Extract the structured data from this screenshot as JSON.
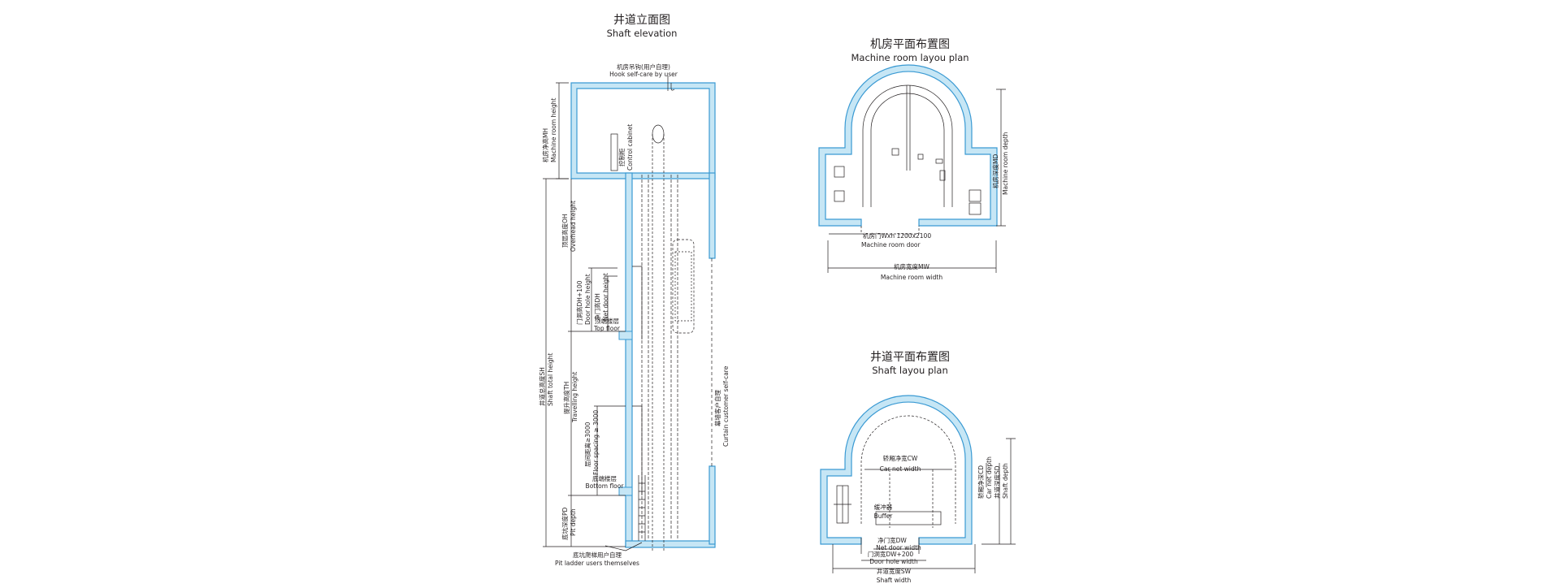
{
  "elevation": {
    "title_cn": "井道立面图",
    "title_en": "Shaft elevation",
    "labels": {
      "hook_cn": "机房吊钩(用户自理)",
      "hook_en": "Hook self-care by user",
      "mh_cn": "机房净高MH",
      "mh_en": "Machine room height",
      "cabinet_cn": "控制柜",
      "cabinet_en": "Control cabinet",
      "oh_cn": "顶层高度OH",
      "oh_en": "Overhead height",
      "door_hole_cn": "门洞高DH+100",
      "door_hole_en": "Door hole height",
      "net_door_cn": "净门高DH",
      "net_door_en": "Net door height",
      "top_floor_cn": "顶端楼层",
      "top_floor_en": "Top floor",
      "sh_cn": "井道总高度SH",
      "sh_en": "Shaft total height",
      "th_cn": "提升高度TH",
      "th_en": "Travelling height",
      "floor_spacing_cn": "层间距离≥3000",
      "floor_spacing_en": "Floor spacing ≥ 3000",
      "bottom_floor_cn": "底端楼层",
      "bottom_floor_en": "Bottom floor",
      "pd_cn": "底坑深度PD",
      "pd_en": "Pit depth",
      "curtain_cn": "幕墙客户自理",
      "curtain_en": "Curtain customer self-care",
      "ladder_cn": "底坑爬梯用户自理",
      "ladder_en": "Pit ladder users themselves"
    }
  },
  "machine_room": {
    "title_cn": "机房平面布置图",
    "title_en": "Machine room layou plan",
    "labels": {
      "door_cn": "机房门Wxh 1200x2100",
      "door_en": "Machine room door",
      "width_cn": "机房宽度MW",
      "width_en": "Machine room width",
      "depth_cn": "机房深度MD",
      "depth_en": "Machine room depth"
    }
  },
  "shaft_plan": {
    "title_cn": "井道平面布置图",
    "title_en": "Shaft  layou plan",
    "labels": {
      "cw_cn": "轿厢净宽CW",
      "cw_en": "Car net width",
      "buffer_cn": "缓冲器",
      "buffer_en": "Buffer",
      "net_door_cn": "净门宽DW",
      "net_door_en": "Net door width",
      "door_hole_cn": "门洞宽DW+200",
      "door_hole_en": "Door hole width",
      "sw_cn": "井道宽度SW",
      "sw_en": "Shaft width",
      "cd_cn": "轿厢净深CD",
      "cd_en": "Car net depth",
      "sd_cn": "井道深度SD",
      "sd_en": "Shaft depth"
    }
  },
  "colors": {
    "wall_fill": "#c6e6f5",
    "wall_stroke": "#3a9ad3",
    "line": "#231f20"
  }
}
